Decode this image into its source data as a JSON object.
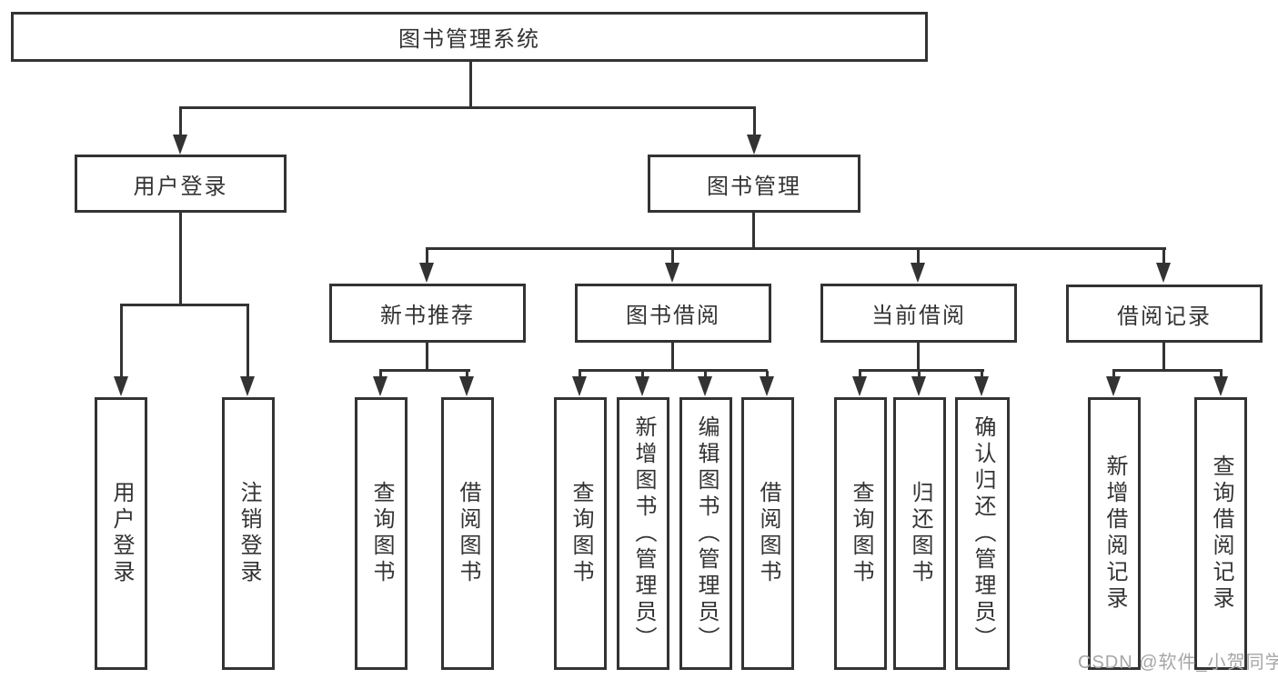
{
  "diagram": {
    "root": {
      "label": "图书管理系统"
    },
    "level2": [
      {
        "label": "用户登录"
      },
      {
        "label": "图书管理"
      }
    ],
    "level3": [
      {
        "label": "新书推荐"
      },
      {
        "label": "图书借阅"
      },
      {
        "label": "当前借阅"
      },
      {
        "label": "借阅记录"
      }
    ],
    "leaves": {
      "user_login": [
        {
          "label": "用户登录"
        },
        {
          "label": "注销登录"
        }
      ],
      "new_book": [
        {
          "label": "查询图书"
        },
        {
          "label": "借阅图书"
        }
      ],
      "book_borrow": [
        {
          "label": "查询图书"
        },
        {
          "label": "新增图书（管理员）"
        },
        {
          "label": "编辑图书（管理员）"
        },
        {
          "label": "借阅图书"
        }
      ],
      "current_borrow": [
        {
          "label": "查询图书"
        },
        {
          "label": "归还图书"
        },
        {
          "label": "确认归还（管理员）"
        }
      ],
      "borrow_record": [
        {
          "label": "新增借阅记录"
        },
        {
          "label": "查询借阅记录"
        }
      ]
    }
  },
  "watermark": {
    "text": "CSDN @软件_小贺同学"
  },
  "colors": {
    "line": "#333333",
    "text": "#333333",
    "watermark": "#a6a6a6",
    "background": "#ffffff"
  }
}
